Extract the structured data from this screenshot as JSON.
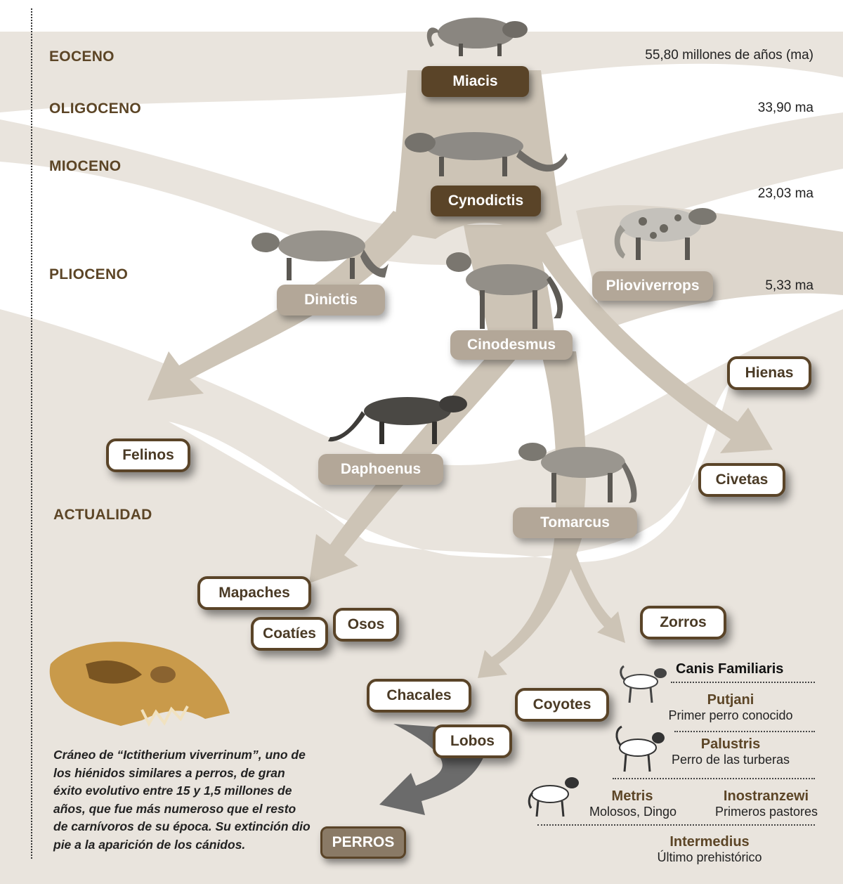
{
  "eras": [
    {
      "name": "EOCENO",
      "ma": "55,80 millones de años (ma)"
    },
    {
      "name": "OLIGOCENO",
      "ma": "33,90 ma"
    },
    {
      "name": "MIOCENO",
      "ma": "23,03 ma"
    },
    {
      "name": "PLIOCENO",
      "ma": "5,33 ma"
    },
    {
      "name": "ACTUALIDAD",
      "ma": ""
    }
  ],
  "ancestors": {
    "miacis": "Miacis",
    "cynodictis": "Cynodictis",
    "dinictis": "Dinictis",
    "plioviverrops": "Plioviverrops",
    "cinodesmus": "Cinodesmus",
    "daphoenus": "Daphoenus",
    "tomarcus": "Tomarcus"
  },
  "descendants": {
    "felinos": "Felinos",
    "hienas": "Hienas",
    "civetas": "Civetas",
    "mapaches": "Mapaches",
    "coaties": "Coatíes",
    "osos": "Osos",
    "zorros": "Zorros",
    "chacales": "Chacales",
    "coyotes": "Coyotes",
    "lobos": "Lobos",
    "perros": "PERROS"
  },
  "breeds": {
    "canis": "Canis Familiaris",
    "putjani": {
      "name": "Putjani",
      "desc": "Primer perro conocido"
    },
    "palustris": {
      "name": "Palustris",
      "desc": "Perro de las turberas"
    },
    "metris": {
      "name": "Metris",
      "desc": "Molosos, Dingo"
    },
    "inostranzewi": {
      "name": "Inostranzewi",
      "desc": "Primeros pastores"
    },
    "intermedius": {
      "name": "Intermedius",
      "desc": "Último prehistórico"
    }
  },
  "caption": "Cráneo de “Ictitherium viverrinum”, uno de los hiénidos similares a perros, de gran éxito evolutivo entre 15 y 1,5  millones de años, que fue más numeroso que el resto de carnívoros de su época. Su extinción dio pie a la aparición de los cánidos.",
  "colors": {
    "band": "#e9e4dd",
    "arrow": "#cdc4b6",
    "dark_label": "#5a4428",
    "mid_label": "#b3a798",
    "era_text": "#5c4526"
  }
}
